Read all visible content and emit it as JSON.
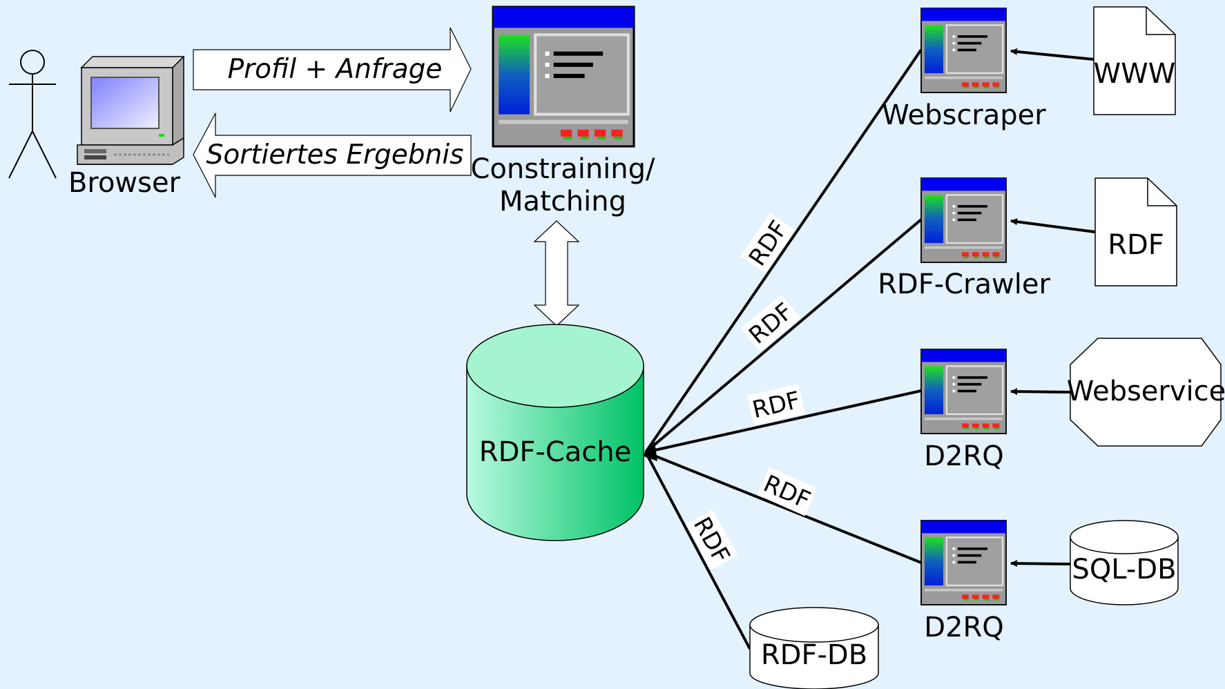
{
  "colors": {
    "background": "#e3f2fd",
    "cache_fill_light": "#b2f5d8",
    "cache_fill_dark": "#00c060",
    "window_titlebar": "#0000ee",
    "window_body": "#9a9a9a",
    "led": "#ff2020"
  },
  "actor": {
    "name": ""
  },
  "browser": {
    "label": "Browser"
  },
  "arrows": {
    "request_label": "Profil + Anfrage",
    "response_label": "Sortiertes Ergebnis"
  },
  "constraining": {
    "line1": "Constraining/",
    "line2": "Matching"
  },
  "cache": {
    "label": "RDF-Cache"
  },
  "rdf_db": {
    "label": "RDF-DB"
  },
  "components": [
    {
      "label": "Webscraper"
    },
    {
      "label": "RDF-Crawler"
    },
    {
      "label": "D2RQ"
    },
    {
      "label": "D2RQ"
    }
  ],
  "sources": [
    {
      "label": "WWW",
      "shape": "document-icon"
    },
    {
      "label": "RDF",
      "shape": "document-icon"
    },
    {
      "label": "Webservice",
      "shape": "octagon"
    },
    {
      "label": "SQL-DB",
      "shape": "cylinder"
    }
  ],
  "edge_labels": [
    "RDF",
    "RDF",
    "RDF",
    "RDF",
    "RDF"
  ]
}
